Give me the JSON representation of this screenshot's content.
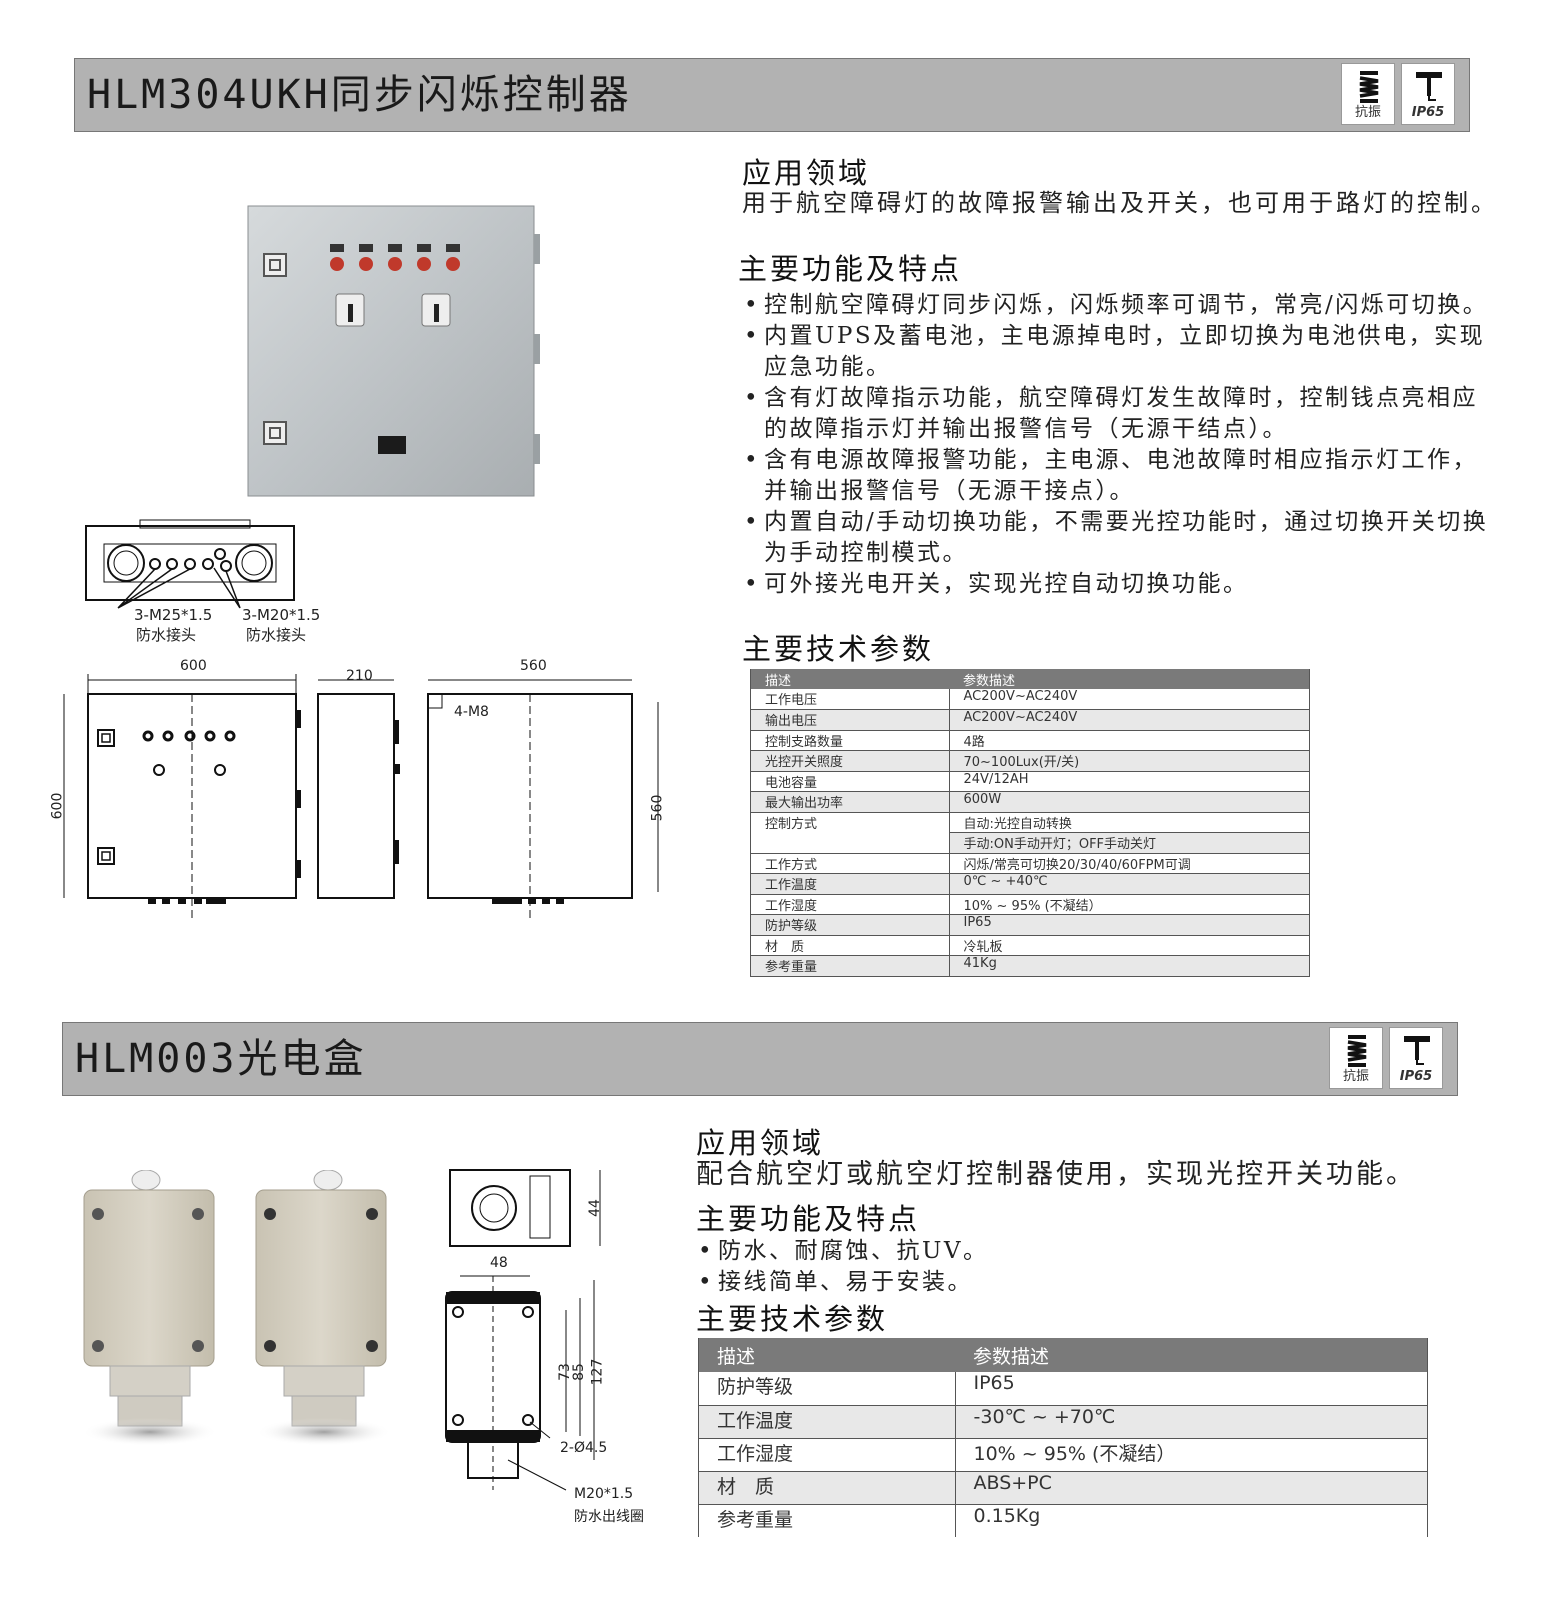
{
  "section1": {
    "title": "HLM304UKH同步闪烁控制器",
    "badges": [
      {
        "icon": "spring-icon",
        "label": "抗振"
      },
      {
        "icon": "umbrella-icon",
        "label": "IP65"
      }
    ],
    "app_heading": "应用领域",
    "app_text": "用于航空障碍灯的故障报警输出及开关，也可用于路灯的控制。",
    "feat_heading": "主要功能及特点",
    "features": [
      "控制航空障碍灯同步闪烁，闪烁频率可调节，常亮/闪烁可切换。",
      "内置UPS及蓄电池，主电源掉电时，立即切换为电池供电，实现应急功能。",
      "含有灯故障指示功能，航空障碍灯发生故障时，控制钱点亮相应的故障指示灯并输出报警信号（无源干结点）。",
      "含有电源故障报警功能，主电源、电池故障时相应指示灯工作，并输出报警信号（无源干接点）。",
      "内置自动/手动切换功能，不需要光控功能时，通过切换开关切换为手动控制模式。",
      "可外接光电开关，实现光控自动切换功能。"
    ],
    "spec_heading": "主要技术参数",
    "table_header": [
      "描述",
      "参数描述"
    ],
    "table_rows": [
      [
        "工作电压",
        "AC200V~AC240V"
      ],
      [
        "输出电压",
        "AC200V~AC240V"
      ],
      [
        "控制支路数量",
        "4路"
      ],
      [
        "光控开关照度",
        "70~100Lux(开/关)"
      ],
      [
        "电池容量",
        "24V/12AH"
      ],
      [
        "最大输出功率",
        "600W"
      ],
      [
        "控制方式",
        "自动:光控自动转换"
      ],
      [
        "",
        "手动:ON手动开灯；OFF手动关灯"
      ],
      [
        "工作方式",
        "闪烁/常亮可切换20/30/40/60FPM可调"
      ],
      [
        "工作温度",
        "0℃ ~ +40℃"
      ],
      [
        "工作湿度",
        "10% ~ 95% (不凝结）"
      ],
      [
        "防护等级",
        "IP65"
      ],
      [
        "材　质",
        "冷轧板"
      ],
      [
        "参考重量",
        "41Kg"
      ]
    ],
    "drawing": {
      "conn1_size": "3-M25*1.5",
      "conn1_label": "防水接头",
      "conn2_size": "3-M20*1.5",
      "conn2_label": "防水接头",
      "front_width": "600",
      "front_height": "600",
      "side_depth": "210",
      "back_width": "560",
      "back_height": "560",
      "mount_holes": "4-M8"
    }
  },
  "section2": {
    "title": "HLM003光电盒",
    "badges": [
      {
        "icon": "spring-icon",
        "label": "抗振"
      },
      {
        "icon": "umbrella-icon",
        "label": "IP65"
      }
    ],
    "app_heading": "应用领域",
    "app_text": "配合航空灯或航空灯控制器使用，实现光控开关功能。",
    "feat_heading": "主要功能及特点",
    "features": [
      "防水、耐腐蚀、抗UV。",
      "接线简单、易于安装。"
    ],
    "spec_heading": "主要技术参数",
    "table_header": [
      "描述",
      "参数描述"
    ],
    "table_rows": [
      [
        "防护等级",
        "IP65"
      ],
      [
        "工作温度",
        "-30℃ ~ +70℃"
      ],
      [
        "工作湿度",
        "10% ~ 95% (不凝结）"
      ],
      [
        "材　质",
        "ABS+PC"
      ],
      [
        "参考重量",
        "0.15Kg"
      ]
    ],
    "drawing": {
      "top_height": "44",
      "width": "48",
      "d1": "73",
      "d2": "85",
      "d3": "127",
      "holes": "2-Ø4.5",
      "gland_size": "M20*1.5",
      "gland_label": "防水出线圈"
    }
  }
}
